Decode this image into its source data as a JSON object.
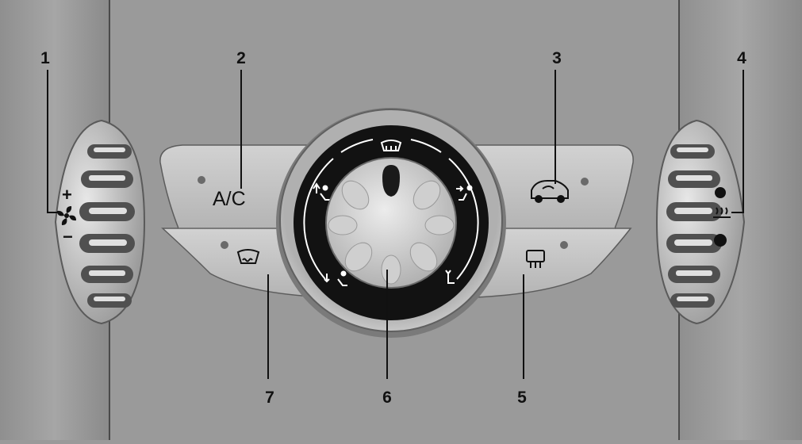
{
  "callouts": [
    {
      "number": "1",
      "target": "fan-speed-wheel"
    },
    {
      "number": "2",
      "target": "ac-button"
    },
    {
      "number": "3",
      "target": "recirculation-button"
    },
    {
      "number": "4",
      "target": "temperature-wheel"
    },
    {
      "number": "5",
      "target": "rear-defrost-button"
    },
    {
      "number": "6",
      "target": "air-distribution-dial"
    },
    {
      "number": "7",
      "target": "windscreen-defrost-button"
    }
  ],
  "controls": {
    "fan_plus": "+",
    "fan_minus": "−",
    "ac_label": "A/C"
  },
  "icons": [
    "fan-icon",
    "recirculation-icon",
    "windscreen-defrost-icon",
    "rear-defrost-icon",
    "heat-icon",
    "seat-airflow-icon"
  ],
  "colors": {
    "background": "#9a9a9a",
    "panel": "#c6c6c6",
    "knob_ring": "#111111",
    "callout_text": "#111111"
  }
}
